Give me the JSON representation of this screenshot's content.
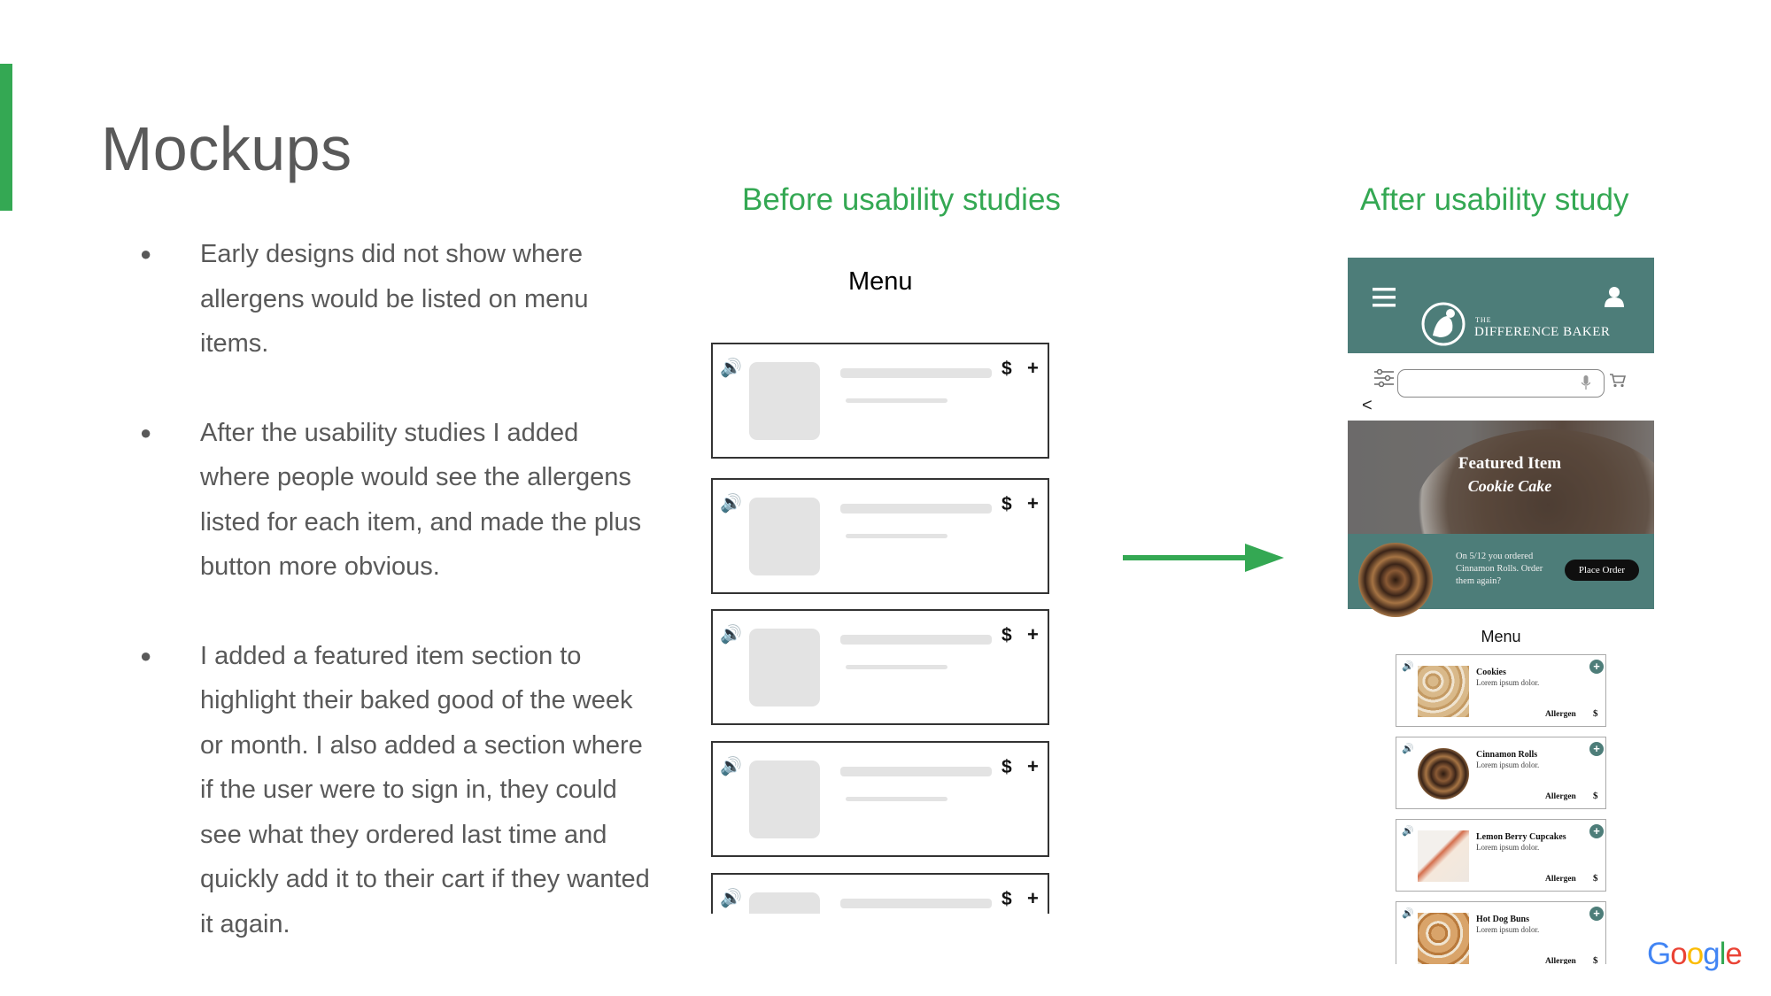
{
  "slide": {
    "title": "Mockups",
    "bullets": [
      "Early designs did not show where allergens would be listed on menu items.",
      "After the usability studies I added where people would see the allergens listed for each item, and made the plus button more obvious.",
      "I added a featured item section to highlight their baked good of the week or month. I also added a section where if the user were to sign in, they could see what they ordered last time and quickly add it to their cart if they wanted it again."
    ],
    "bullet_glyph": "●",
    "accent_color": "#34a853"
  },
  "before": {
    "heading": "Before usability studies",
    "menu_title": "Menu",
    "card_count": 5,
    "speaker_glyph": "🔊",
    "dollar": "$",
    "plus": "+"
  },
  "after": {
    "heading": "After usability study",
    "header": {
      "the": "THE",
      "brand": "DIFFERENCE BAKER",
      "color": "#4d7d79"
    },
    "back_glyph": "<",
    "featured": {
      "line1": "Featured Item",
      "line2": "Cookie Cake"
    },
    "reorder": {
      "text": "On 5/12 you ordered Cinnamon Rolls. Order them again?",
      "button": "Place Order"
    },
    "menu_title": "Menu",
    "items": [
      {
        "name": "Cookies",
        "desc": "Lorem ipsum dolor.",
        "allergen": "Allergen",
        "price": "$",
        "add": "+"
      },
      {
        "name": "Cinnamon Rolls",
        "desc": "Lorem ipsum dolor.",
        "allergen": "Allergen",
        "price": "$",
        "add": "+"
      },
      {
        "name": "Lemon Berry Cupcakes",
        "desc": "Lorem ipsum dolor.",
        "allergen": "Allergen",
        "price": "$",
        "add": "+"
      },
      {
        "name": "Hot Dog Buns",
        "desc": "Lorem ipsum dolor.",
        "allergen": "Allergen",
        "price": "$",
        "add": "+"
      }
    ]
  },
  "logo": {
    "letters": [
      "G",
      "o",
      "o",
      "g",
      "l",
      "e"
    ]
  }
}
